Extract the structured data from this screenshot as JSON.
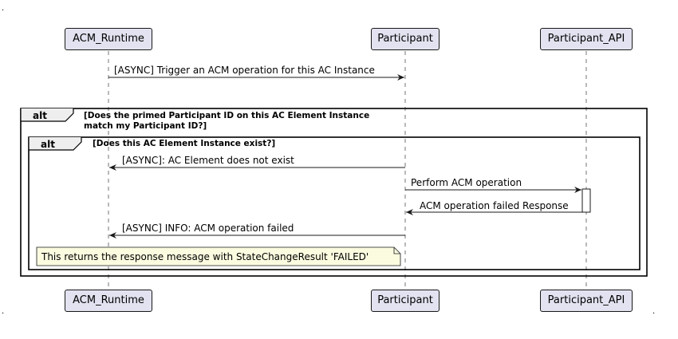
{
  "participants": [
    {
      "id": "acm",
      "name": "ACM_Runtime"
    },
    {
      "id": "participant",
      "name": "Participant"
    },
    {
      "id": "api",
      "name": "Participant_API"
    }
  ],
  "messages": [
    {
      "text": "[ASYNC] Trigger an ACM operation for this AC Instance"
    },
    {
      "text": "[ASYNC]: AC Element does not exist"
    },
    {
      "text": "Perform ACM operation"
    },
    {
      "text": "ACM operation failed Response"
    },
    {
      "text": "[ASYNC] INFO: ACM operation failed"
    }
  ],
  "frames": [
    {
      "keyword": "alt",
      "condition_line1": "[Does the primed Participant ID on this AC Element Instance",
      "condition_line2": "match my Participant ID?]"
    },
    {
      "keyword": "alt",
      "condition_line1": "[Does this AC Element Instance exist?]"
    }
  ],
  "note": {
    "text": "This returns the response message with StateChangeResult 'FAILED'"
  },
  "colors": {
    "actor_fill": "#e2e2f0",
    "note_fill": "#fbfbe0",
    "line": "#181818"
  }
}
